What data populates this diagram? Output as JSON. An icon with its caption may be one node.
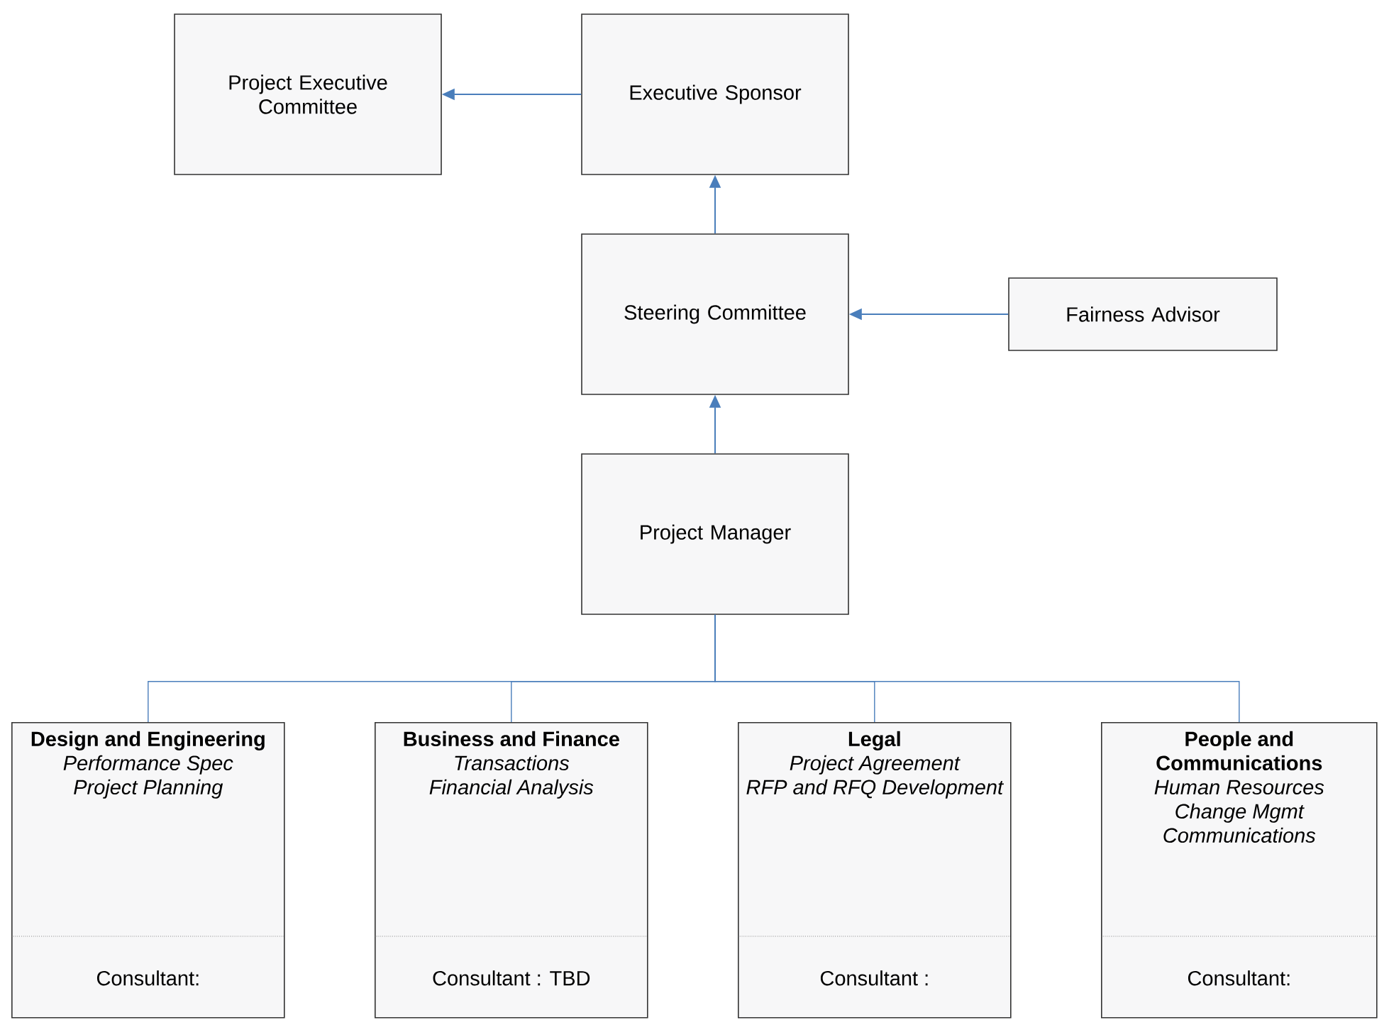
{
  "diagram": {
    "nodes": [
      {
        "text": [
          "Project Executive Committee"
        ]
      },
      {
        "text": [
          "Executive Sponsor"
        ]
      },
      {
        "text": [
          "Steering Committee"
        ]
      },
      {
        "text": [
          "Fairness Advisor"
        ]
      },
      {
        "text": [
          "Project Manager"
        ]
      },
      {
        "text": [
          "Design and Engineering",
          "Performance Spec",
          "Project Planning",
          "Consultant:"
        ]
      },
      {
        "text": [
          "Business and Finance",
          "Transactions",
          "Financial Analysis",
          "Consultant : TBD"
        ]
      },
      {
        "text": [
          "Legal",
          "Project Agreement",
          "RFP and RFQ Development",
          "Consultant :"
        ]
      },
      {
        "text": [
          "People and Communications",
          "Human Resources",
          "Change Mgmt",
          "Communications",
          "Consultant:"
        ]
      }
    ],
    "edges": [
      {
        "from": 1,
        "to": 0,
        "arrow": "to"
      },
      {
        "from": 2,
        "to": 1,
        "arrow": "to"
      },
      {
        "from": 3,
        "to": 2,
        "arrow": "to"
      },
      {
        "from": 4,
        "to": 2,
        "arrow": "to"
      },
      {
        "from": 4,
        "to": 5,
        "arrow": "none"
      },
      {
        "from": 4,
        "to": 6,
        "arrow": "none"
      },
      {
        "from": 4,
        "to": 7,
        "arrow": "none"
      },
      {
        "from": 4,
        "to": 8,
        "arrow": "none"
      }
    ]
  }
}
